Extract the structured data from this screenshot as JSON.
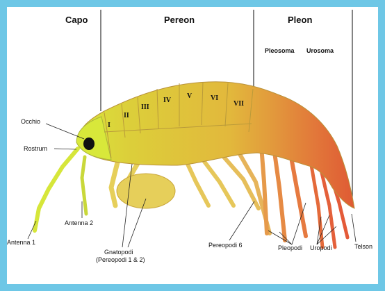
{
  "headers": {
    "capo": "Capo",
    "pereon": "Pereon",
    "pleon": "Pleon",
    "pleosoma": "Pleosoma",
    "urosoma": "Urosoma"
  },
  "segments": [
    "I",
    "II",
    "III",
    "IV",
    "V",
    "VI",
    "VII"
  ],
  "labels": {
    "occhio": "Occhio",
    "rostrum": "Rostrum",
    "antenna1": "Antenna 1",
    "antenna2": "Antenna 2",
    "gnatopodi_line1": "Gnatopodi",
    "gnatopodi_line2": "(Pereopodi 1 & 2)",
    "pereopodi6": "Pereopodi 6",
    "pleopodi": "Pleopodi",
    "uropodi": "Uropodi",
    "telson": "Telson"
  },
  "colors": {
    "frame": "#6ec7e6",
    "head": "#d8e43a",
    "pereon": "#e0bf3a",
    "pleosoma": "#e0843a",
    "urosoma": "#e0603a"
  }
}
